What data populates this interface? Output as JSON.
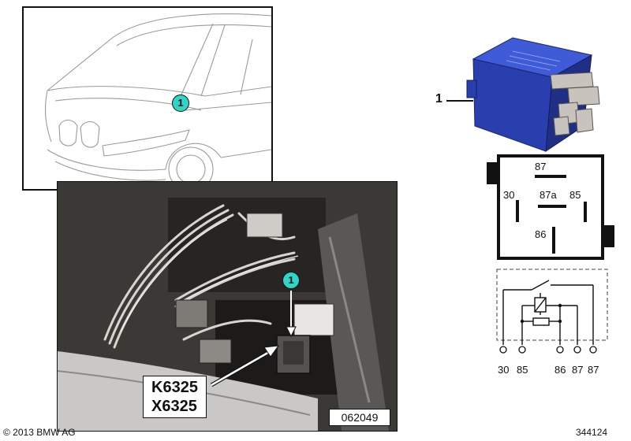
{
  "car_panel": {
    "callout": "1"
  },
  "photo_panel": {
    "callout": "1",
    "labels": [
      "K6325",
      "X6325"
    ],
    "image_number": "062049"
  },
  "part": {
    "position_number": "1"
  },
  "pinout": {
    "pins": [
      "87",
      "30",
      "87a",
      "85",
      "86"
    ]
  },
  "schematic": {
    "terminals": [
      "30",
      "85",
      "86",
      "87",
      "87"
    ]
  },
  "footer": {
    "copyright": "© 2013 BMW AG",
    "diagram_number": "344124"
  },
  "colors": {
    "callout_fill": "#2fd6c8",
    "relay_blue": "#2a3fae"
  }
}
